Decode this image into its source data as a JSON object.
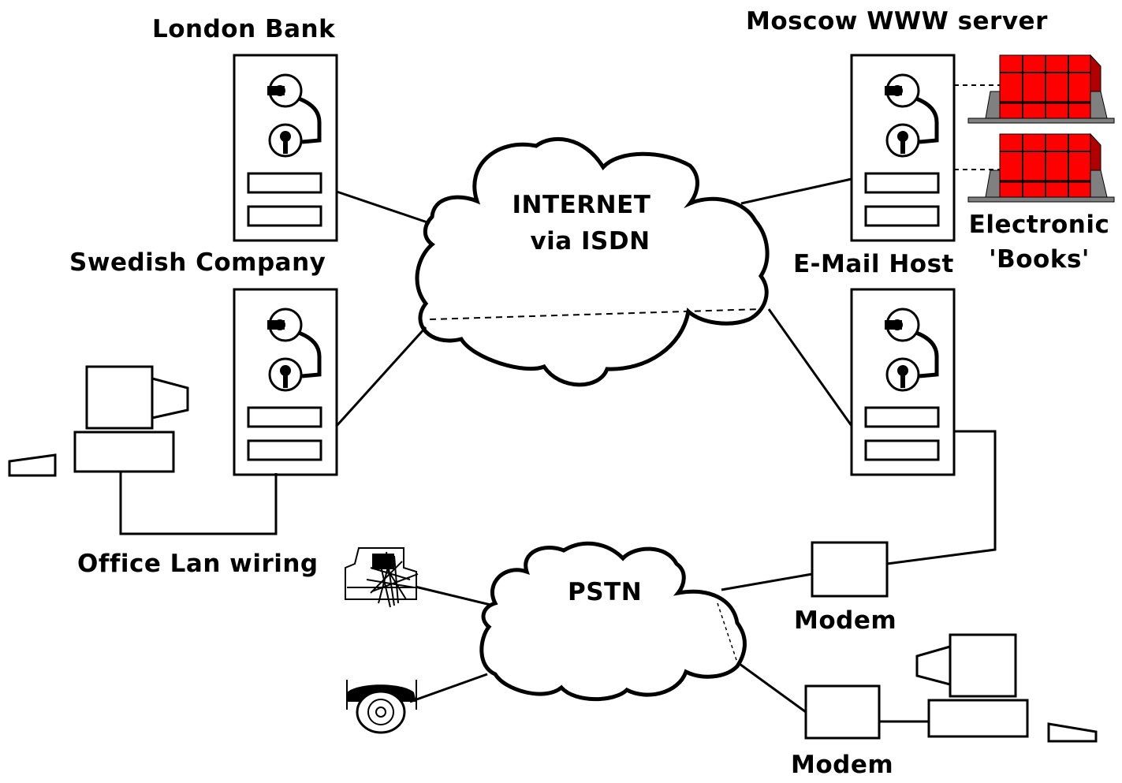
{
  "labels": {
    "london_bank": "London Bank",
    "swedish_company": "Swedish Company",
    "moscow_server": "Moscow WWW server",
    "email_host": "E-Mail Host",
    "electronic": "Electronic",
    "books": "'Books'",
    "internet_line1": "INTERNET",
    "internet_line2": "via ISDN",
    "office_lan": "Office Lan wiring",
    "pstn": "PSTN",
    "modem_1": "Modem",
    "modem_2": "Modem"
  },
  "colors": {
    "line": "#000000",
    "book_red": "#ff0000",
    "shelf_gray": "#808080"
  },
  "icons": [
    "server-icon",
    "cloud-icon",
    "desktop-computer-icon",
    "keyboard-icon",
    "modem-icon",
    "fax-machine-icon",
    "telephone-icon",
    "bookshelf-icon"
  ]
}
